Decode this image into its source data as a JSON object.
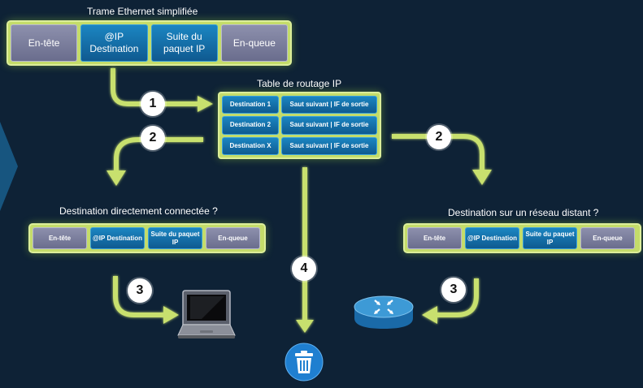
{
  "header_frame": {
    "title": "Trame Ethernet simplifiée",
    "fields": [
      "En-tête",
      "@IP Destination",
      "Suite du paquet IP",
      "En-queue"
    ]
  },
  "routing_table": {
    "title": "Table de routage IP",
    "rows": [
      {
        "destination": "Destination 1",
        "next_hop": "Saut suivant | IF de sortie"
      },
      {
        "destination": "Destination 2",
        "next_hop": "Saut suivant | IF de sortie"
      },
      {
        "destination": "Destination X",
        "next_hop": "Saut suivant | IF de sortie"
      }
    ]
  },
  "left_branch": {
    "title": "Destination directement connectée ?",
    "fields": [
      "En-tête",
      "@IP Destination",
      "Suite du paquet IP",
      "En-queue"
    ],
    "target_icon": "laptop-icon"
  },
  "right_branch": {
    "title": "Destination sur un réseau distant ?",
    "fields": [
      "En-tête",
      "@IP Destination",
      "Suite du paquet IP",
      "En-queue"
    ],
    "target_icon": "router-icon"
  },
  "drop_icon": "trash-icon",
  "steps": {
    "s1": "1",
    "s2": "2",
    "s3": "3",
    "s4": "4"
  },
  "colors": {
    "background": "#0e2236",
    "arrow": "#c8e06e",
    "frame": "#c4dc6a",
    "field_grey": "#7b7e9e",
    "field_blue": "#1574ac"
  }
}
